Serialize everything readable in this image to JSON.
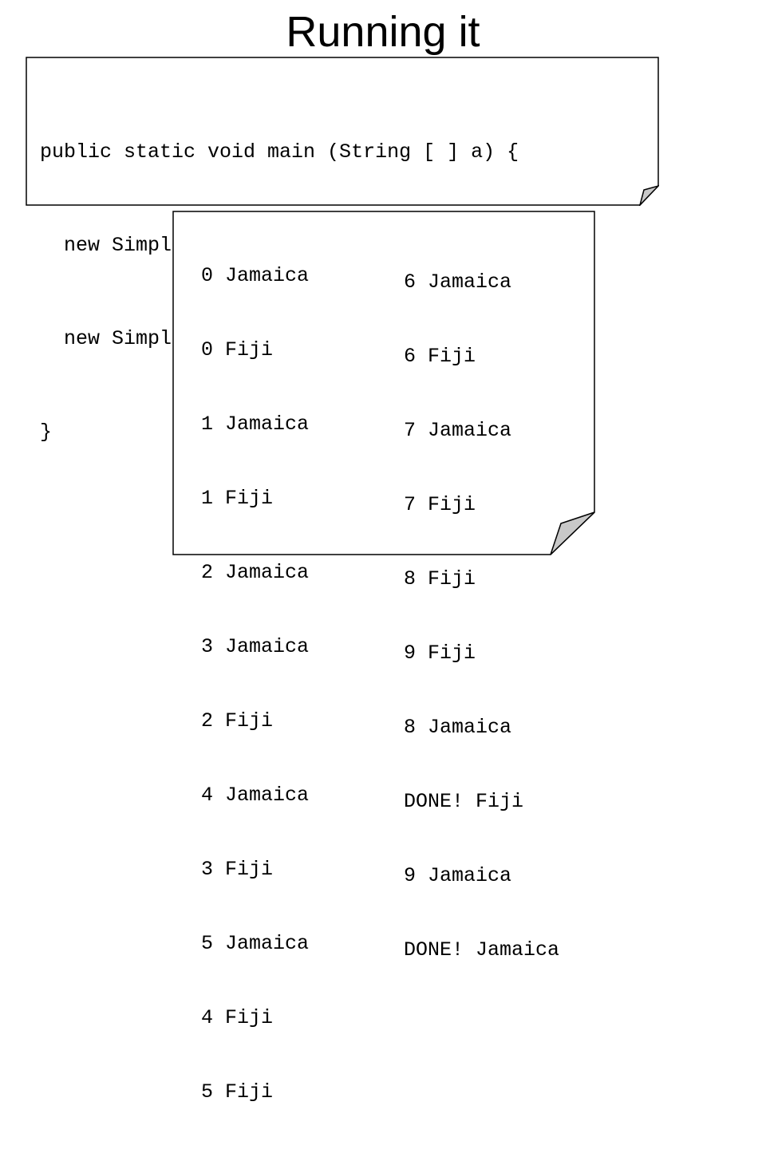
{
  "slide": {
    "title": "Running it"
  },
  "code": {
    "lines": [
      "public static void main (String [ ] a) {",
      "  new SimpleThread(\"Jamaica\").start();",
      "  new SimpleThread(\"Fiji\").start();",
      "}"
    ]
  },
  "output": {
    "left_column": [
      "0 Jamaica",
      "0 Fiji",
      "1 Jamaica",
      "1 Fiji",
      "2 Jamaica",
      "3 Jamaica",
      "2 Fiji",
      "4 Jamaica",
      "3 Fiji",
      "5 Jamaica",
      "4 Fiji",
      "5 Fiji"
    ],
    "right_column": [
      "6 Jamaica",
      "6 Fiji",
      "7 Jamaica",
      "7 Fiji",
      "8 Fiji",
      "9 Fiji",
      "8 Jamaica",
      "DONE! Fiji",
      "9 Jamaica",
      "DONE! Jamaica"
    ]
  },
  "colors": {
    "fold": "#c8c8c8",
    "border": "#000000"
  }
}
